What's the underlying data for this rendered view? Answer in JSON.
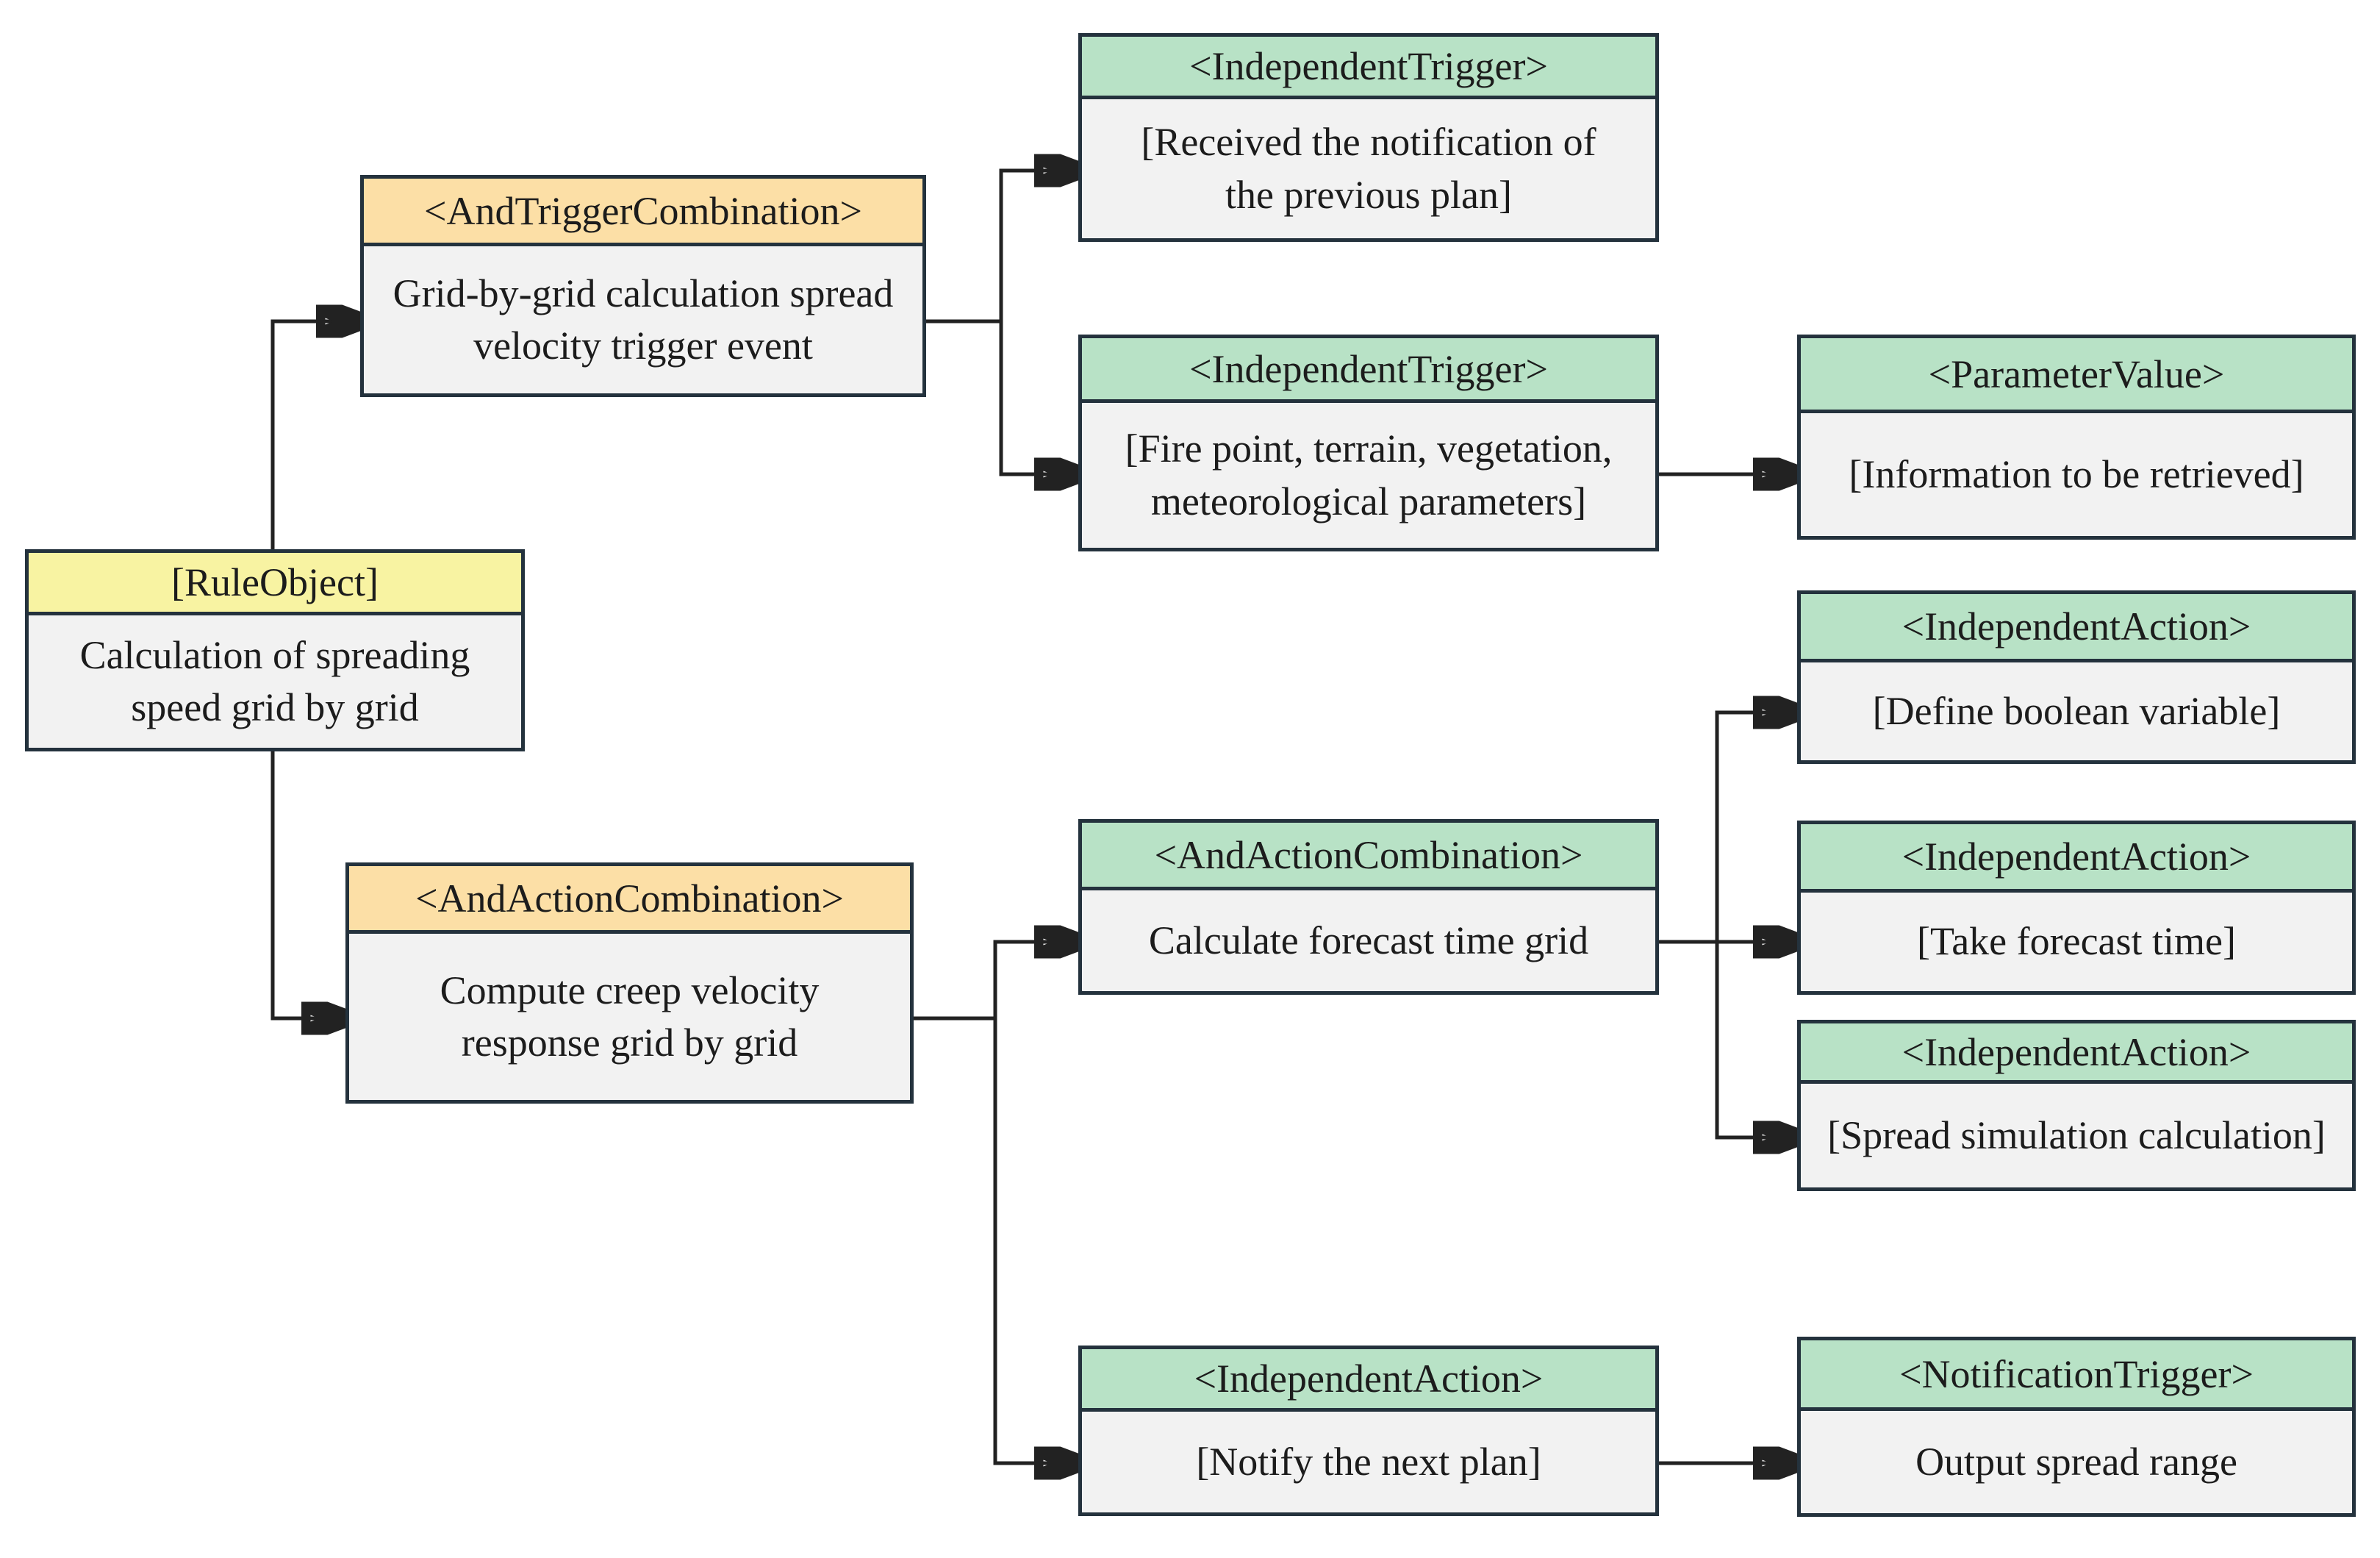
{
  "diagram": {
    "colors": {
      "rule_header": "#f8f3a2",
      "combination_header": "#fcdfa6",
      "element_header": "#b8e2c6",
      "node_body": "#f2f2f2",
      "node_border": "#24323d",
      "connector": "#222222",
      "background": "#ffffff",
      "text": "#1c1c1c"
    },
    "nodes": {
      "rule_object": {
        "type": "[RuleObject]",
        "label": "Calculation of spreading\nspeed grid by grid"
      },
      "and_trigger_combination": {
        "type": "<AndTriggerCombination>",
        "label": "Grid-by-grid calculation spread\nvelocity trigger event"
      },
      "independent_trigger_received": {
        "type": "<IndependentTrigger>",
        "label": "[Received the notification of\nthe previous plan]"
      },
      "independent_trigger_params": {
        "type": "<IndependentTrigger>",
        "label": "[Fire point, terrain, vegetation,\nmeteorological parameters]"
      },
      "parameter_value": {
        "type": "<ParameterValue>",
        "label": "[Information to be retrieved]"
      },
      "and_action_combination": {
        "type": "<AndActionCombination>",
        "label": "Compute creep velocity\nresponse grid by grid"
      },
      "and_action_combination_calc": {
        "type": "<AndActionCombination>",
        "label": "Calculate forecast time grid"
      },
      "independent_action_define": {
        "type": "<IndependentAction>",
        "label": "[Define boolean variable]"
      },
      "independent_action_take": {
        "type": "<IndependentAction>",
        "label": "[Take forecast time]"
      },
      "independent_action_spread": {
        "type": "<IndependentAction>",
        "label": "[Spread simulation calculation]"
      },
      "independent_action_notify": {
        "type": "<IndependentAction>",
        "label": "[Notify the next plan]"
      },
      "notification_trigger": {
        "type": "<NotificationTrigger>",
        "label": "Output spread range"
      }
    },
    "edges": [
      {
        "from": "rule_object",
        "to": "and_trigger_combination"
      },
      {
        "from": "rule_object",
        "to": "and_action_combination"
      },
      {
        "from": "and_trigger_combination",
        "to": "independent_trigger_received"
      },
      {
        "from": "and_trigger_combination",
        "to": "independent_trigger_params"
      },
      {
        "from": "independent_trigger_params",
        "to": "parameter_value"
      },
      {
        "from": "and_action_combination",
        "to": "and_action_combination_calc"
      },
      {
        "from": "and_action_combination",
        "to": "independent_action_notify"
      },
      {
        "from": "and_action_combination_calc",
        "to": "independent_action_define"
      },
      {
        "from": "and_action_combination_calc",
        "to": "independent_action_take"
      },
      {
        "from": "and_action_combination_calc",
        "to": "independent_action_spread"
      },
      {
        "from": "independent_action_notify",
        "to": "notification_trigger"
      }
    ]
  }
}
